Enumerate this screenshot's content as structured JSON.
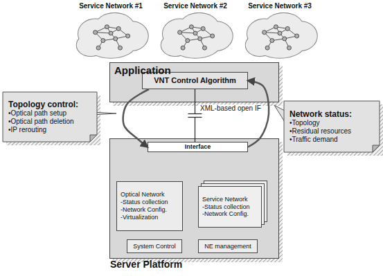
{
  "diagram": {
    "nodes": [
      {
        "text": [
          "Service Network #1"
        ]
      },
      {
        "text": [
          "Service Network #2"
        ]
      },
      {
        "text": [
          "Service Network #3"
        ]
      },
      {
        "text": [
          "Application"
        ]
      },
      {
        "text": [
          "VNT Control Algorithm"
        ],
        "in": 3
      },
      {
        "text": [
          "Topology control:",
          "•Optical path setup",
          "•Optical path deletion",
          "•IP rerouting"
        ]
      },
      {
        "text": [
          "Network status:",
          "•Topology",
          "•Residual resources",
          "•Traffic demand"
        ]
      },
      {
        "text": [
          "Server Platform"
        ]
      },
      {
        "text": [
          "Interface"
        ],
        "in": 7
      },
      {
        "text": [
          "Optical Network",
          "-Status collection",
          "-Network Config.",
          "-Virtualization"
        ],
        "in": 7
      },
      {
        "text": [
          "Service Network",
          "-Status collection",
          "-Network Config."
        ],
        "in": 7
      },
      {
        "text": [
          "System Control"
        ],
        "in": 7
      },
      {
        "text": [
          "NE management"
        ],
        "in": 7
      }
    ],
    "edges": [
      {
        "from": 4,
        "to": 8,
        "arrow": "to"
      },
      {
        "from": 8,
        "to": 4,
        "arrow": "to"
      },
      {
        "from": 4,
        "to": 8,
        "arrow": "none"
      }
    ],
    "labels": [
      "XML-based open IF"
    ]
  }
}
